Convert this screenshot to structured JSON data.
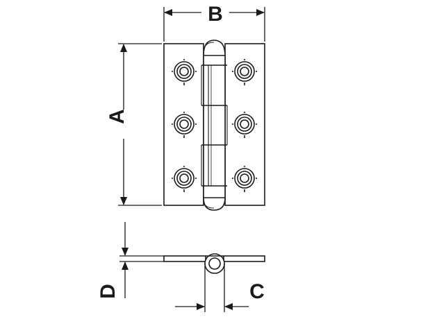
{
  "dimension_labels": {
    "height": "A",
    "width": "B",
    "knuckle_diameter": "C",
    "thickness": "D"
  },
  "colors": {
    "line": "#1a1a1a",
    "background": "#ffffff"
  }
}
